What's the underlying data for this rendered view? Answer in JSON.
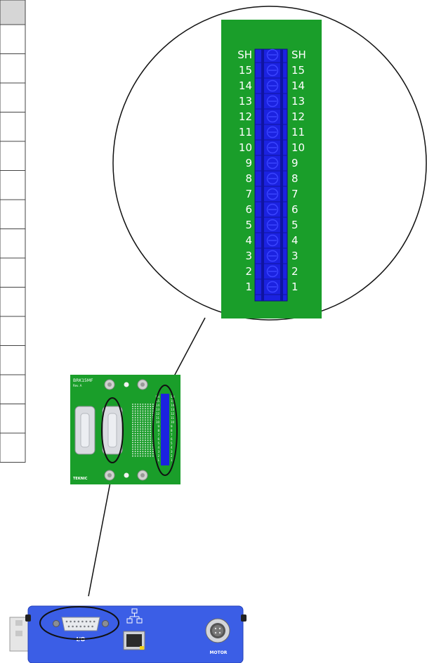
{
  "zoom_terminal": {
    "pin_labels": [
      "SH",
      "15",
      "14",
      "13",
      "12",
      "11",
      "10",
      "9",
      "8",
      "7",
      "6",
      "5",
      "4",
      "3",
      "2",
      "1"
    ]
  },
  "board": {
    "name": "BRK15MF",
    "revision": "Rev. A",
    "logo_text": "TEKNIC"
  },
  "device": {
    "io_label": "I/O",
    "motor_label": "MOTOR"
  },
  "colors": {
    "pcb_green": "#1a9e2a",
    "terminal_blue": "#1b22e0",
    "device_blue": "#3b5ee6",
    "connector_grey": "#d9dbe0"
  },
  "icons": {
    "network": "network-icon",
    "rj45": "ethernet-port-icon",
    "motor_port": "circular-connector-icon"
  }
}
